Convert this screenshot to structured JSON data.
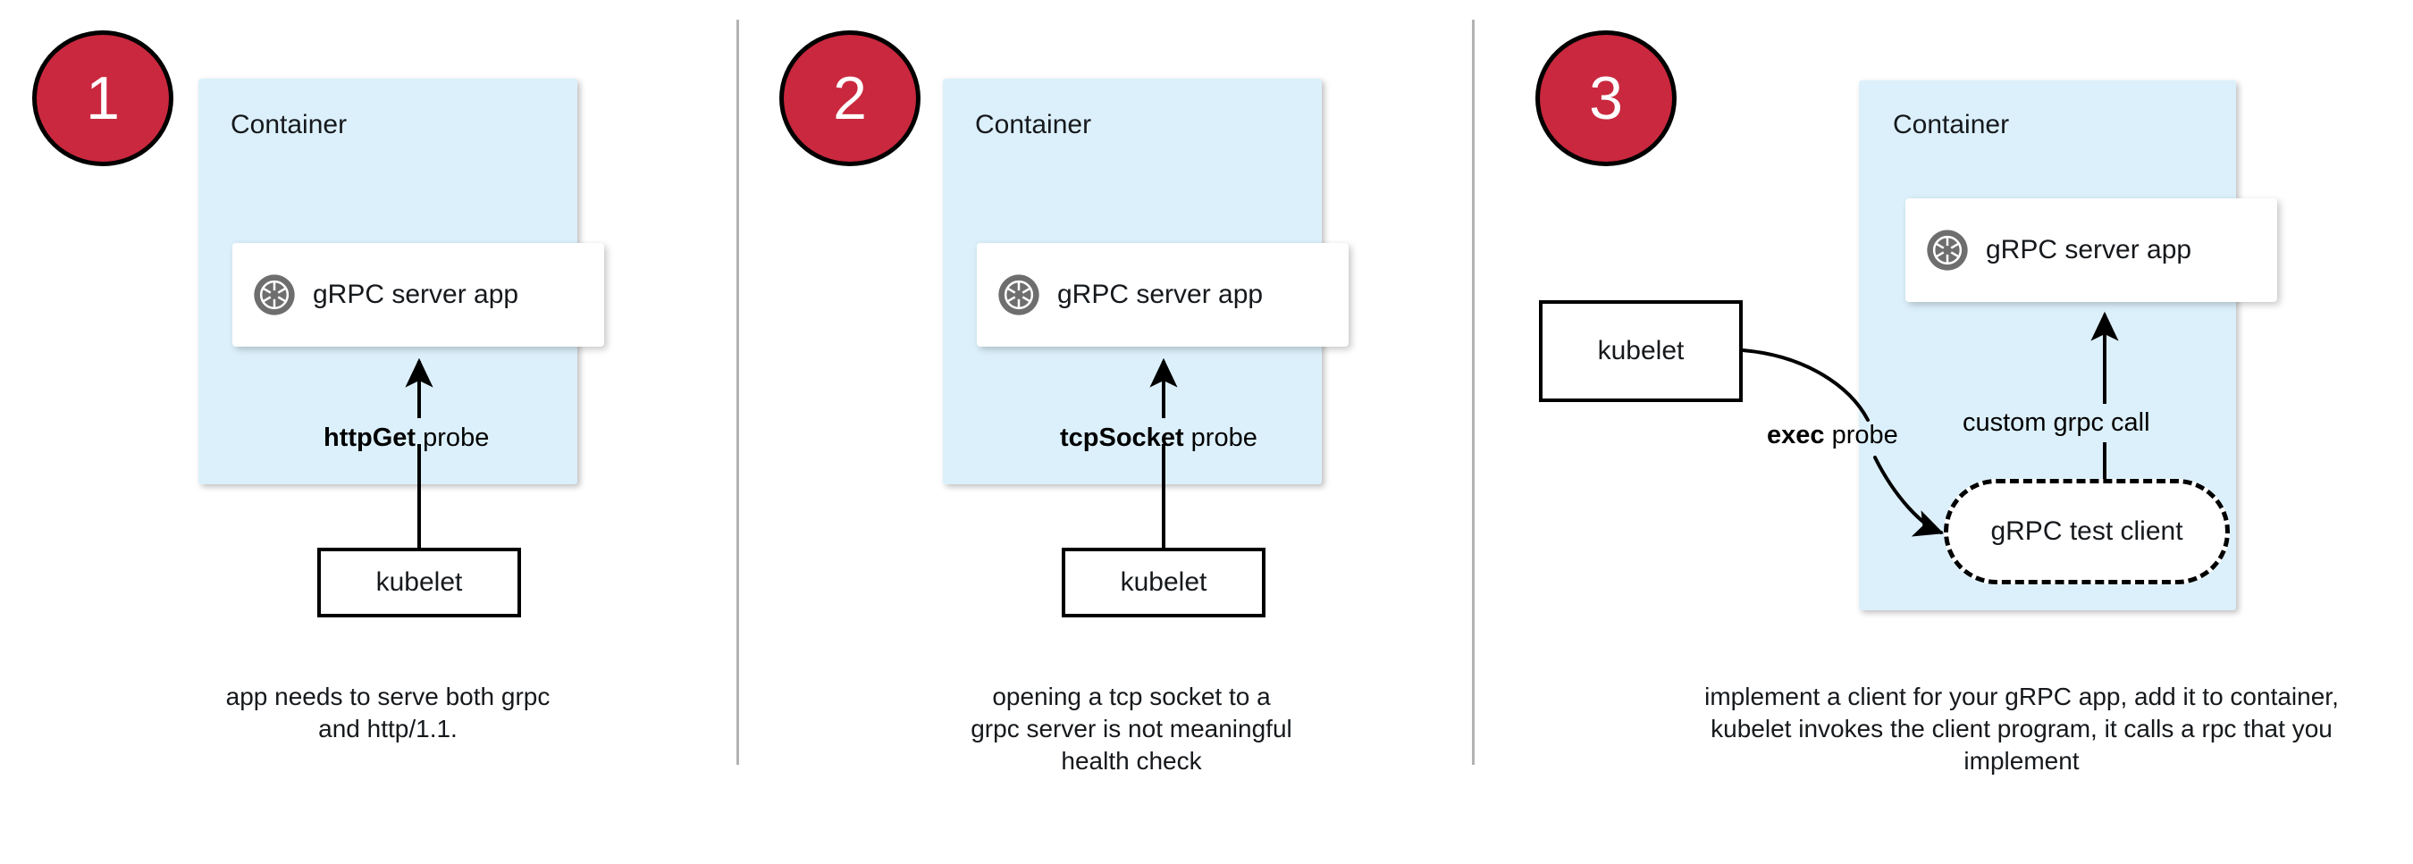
{
  "diagram": {
    "title": "gRPC health probe approaches in Kubernetes",
    "colors": {
      "badge_fill": "#c9283e",
      "badge_stroke": "#000000",
      "badge_text": "#ffffff",
      "container_fill": "#dcf0fb",
      "card_fill": "#ffffff",
      "stroke": "#000000",
      "divider": "#b3b3b3",
      "icon_gray": "#6e6e6e"
    },
    "panels": [
      {
        "badge": "1",
        "container_label": "Container",
        "app_label": "gRPC server app",
        "app_icon": "grpc-aperture-icon",
        "probe_label_bold": "httpGet",
        "probe_label_rest": " probe",
        "kubelet_label": "kubelet",
        "caption": "app needs to serve both grpc and http/1.1."
      },
      {
        "badge": "2",
        "container_label": "Container",
        "app_label": "gRPC server app",
        "app_icon": "grpc-aperture-icon",
        "probe_label_bold": "tcpSocket",
        "probe_label_rest": " probe",
        "kubelet_label": "kubelet",
        "caption": "opening a tcp socket to a grpc server is not meaningful health check"
      },
      {
        "badge": "3",
        "container_label": "Container",
        "app_label": "gRPC server app",
        "app_icon": "grpc-aperture-icon",
        "probe_label_bold": "exec",
        "probe_label_rest": " probe",
        "kubelet_label": "kubelet",
        "call_label": "custom grpc call",
        "test_client_label": "gRPC test client",
        "caption": "implement a client for your gRPC app, add it to container, kubelet invokes the client program, it calls a rpc that you implement"
      }
    ]
  }
}
